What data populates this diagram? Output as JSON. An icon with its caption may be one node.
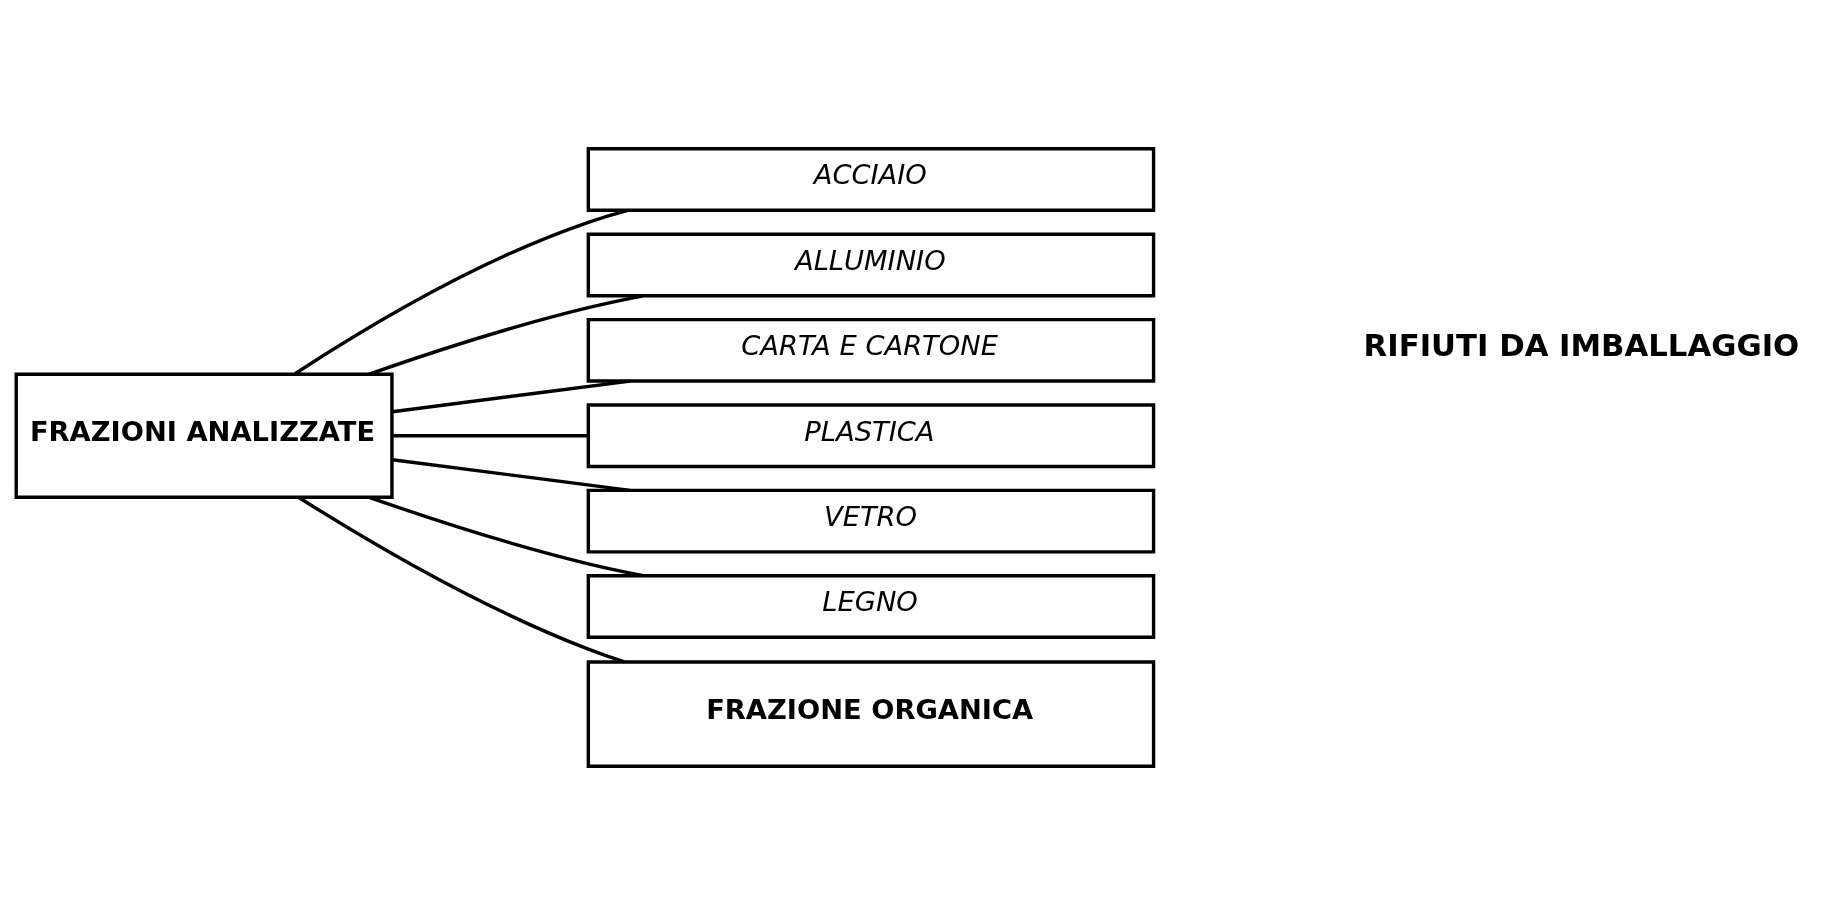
{
  "diagram": {
    "nodes": [
      {
        "text": [
          "FRAZIONI ANALIZZATE"
        ]
      },
      {
        "text": [
          "ACCIAIO"
        ]
      },
      {
        "text": [
          "ALLUMINIO"
        ]
      },
      {
        "text": [
          "CARTA E CARTONE"
        ]
      },
      {
        "text": [
          "PLASTICA"
        ]
      },
      {
        "text": [
          "VETRO"
        ]
      },
      {
        "text": [
          "LEGNO"
        ]
      },
      {
        "text": [
          "FRAZIONE ORGANICA"
        ]
      }
    ],
    "edges": [
      {
        "from": 0,
        "to": 1,
        "arrow": "none"
      },
      {
        "from": 0,
        "to": 2,
        "arrow": "none"
      },
      {
        "from": 0,
        "to": 3,
        "arrow": "none"
      },
      {
        "from": 0,
        "to": 4,
        "arrow": "none"
      },
      {
        "from": 0,
        "to": 5,
        "arrow": "none"
      },
      {
        "from": 0,
        "to": 6,
        "arrow": "none"
      },
      {
        "from": 0,
        "to": 7,
        "arrow": "none"
      }
    ],
    "labels": [
      "RIFIUTI DA IMBALLAGGIO"
    ]
  }
}
